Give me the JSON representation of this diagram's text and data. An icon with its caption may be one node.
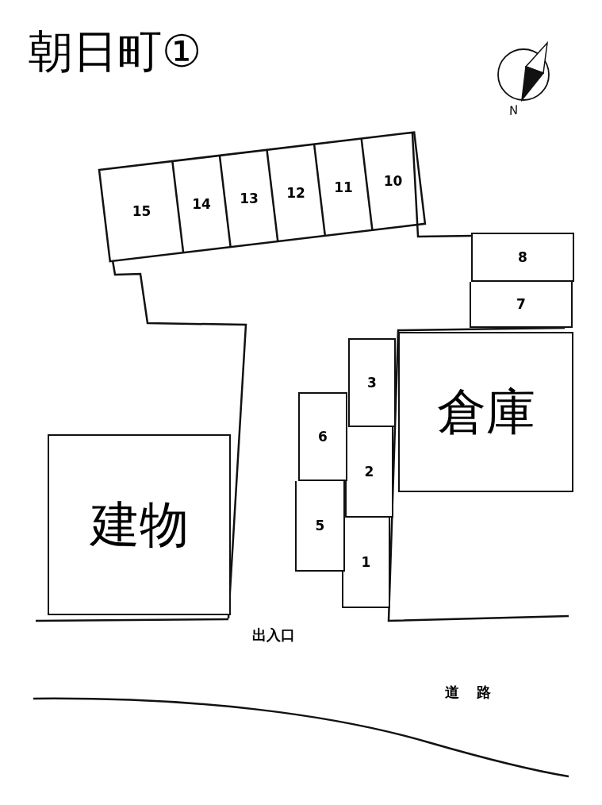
{
  "diagram": {
    "title": "朝日町①",
    "nodes": [
      {
        "text": [
          "15"
        ]
      },
      {
        "text": [
          "14"
        ]
      },
      {
        "text": [
          "13"
        ]
      },
      {
        "text": [
          "12"
        ]
      },
      {
        "text": [
          "11"
        ]
      },
      {
        "text": [
          "10"
        ]
      },
      {
        "text": [
          "8"
        ]
      },
      {
        "text": [
          "7"
        ]
      },
      {
        "text": [
          "3"
        ]
      },
      {
        "text": [
          "2"
        ]
      },
      {
        "text": [
          "1"
        ]
      },
      {
        "text": [
          "6"
        ]
      },
      {
        "text": [
          "5"
        ]
      },
      {
        "text": [
          "倉庫"
        ]
      },
      {
        "text": [
          "建物"
        ]
      }
    ],
    "labels": [
      "N",
      "出入口",
      "道 路"
    ]
  }
}
